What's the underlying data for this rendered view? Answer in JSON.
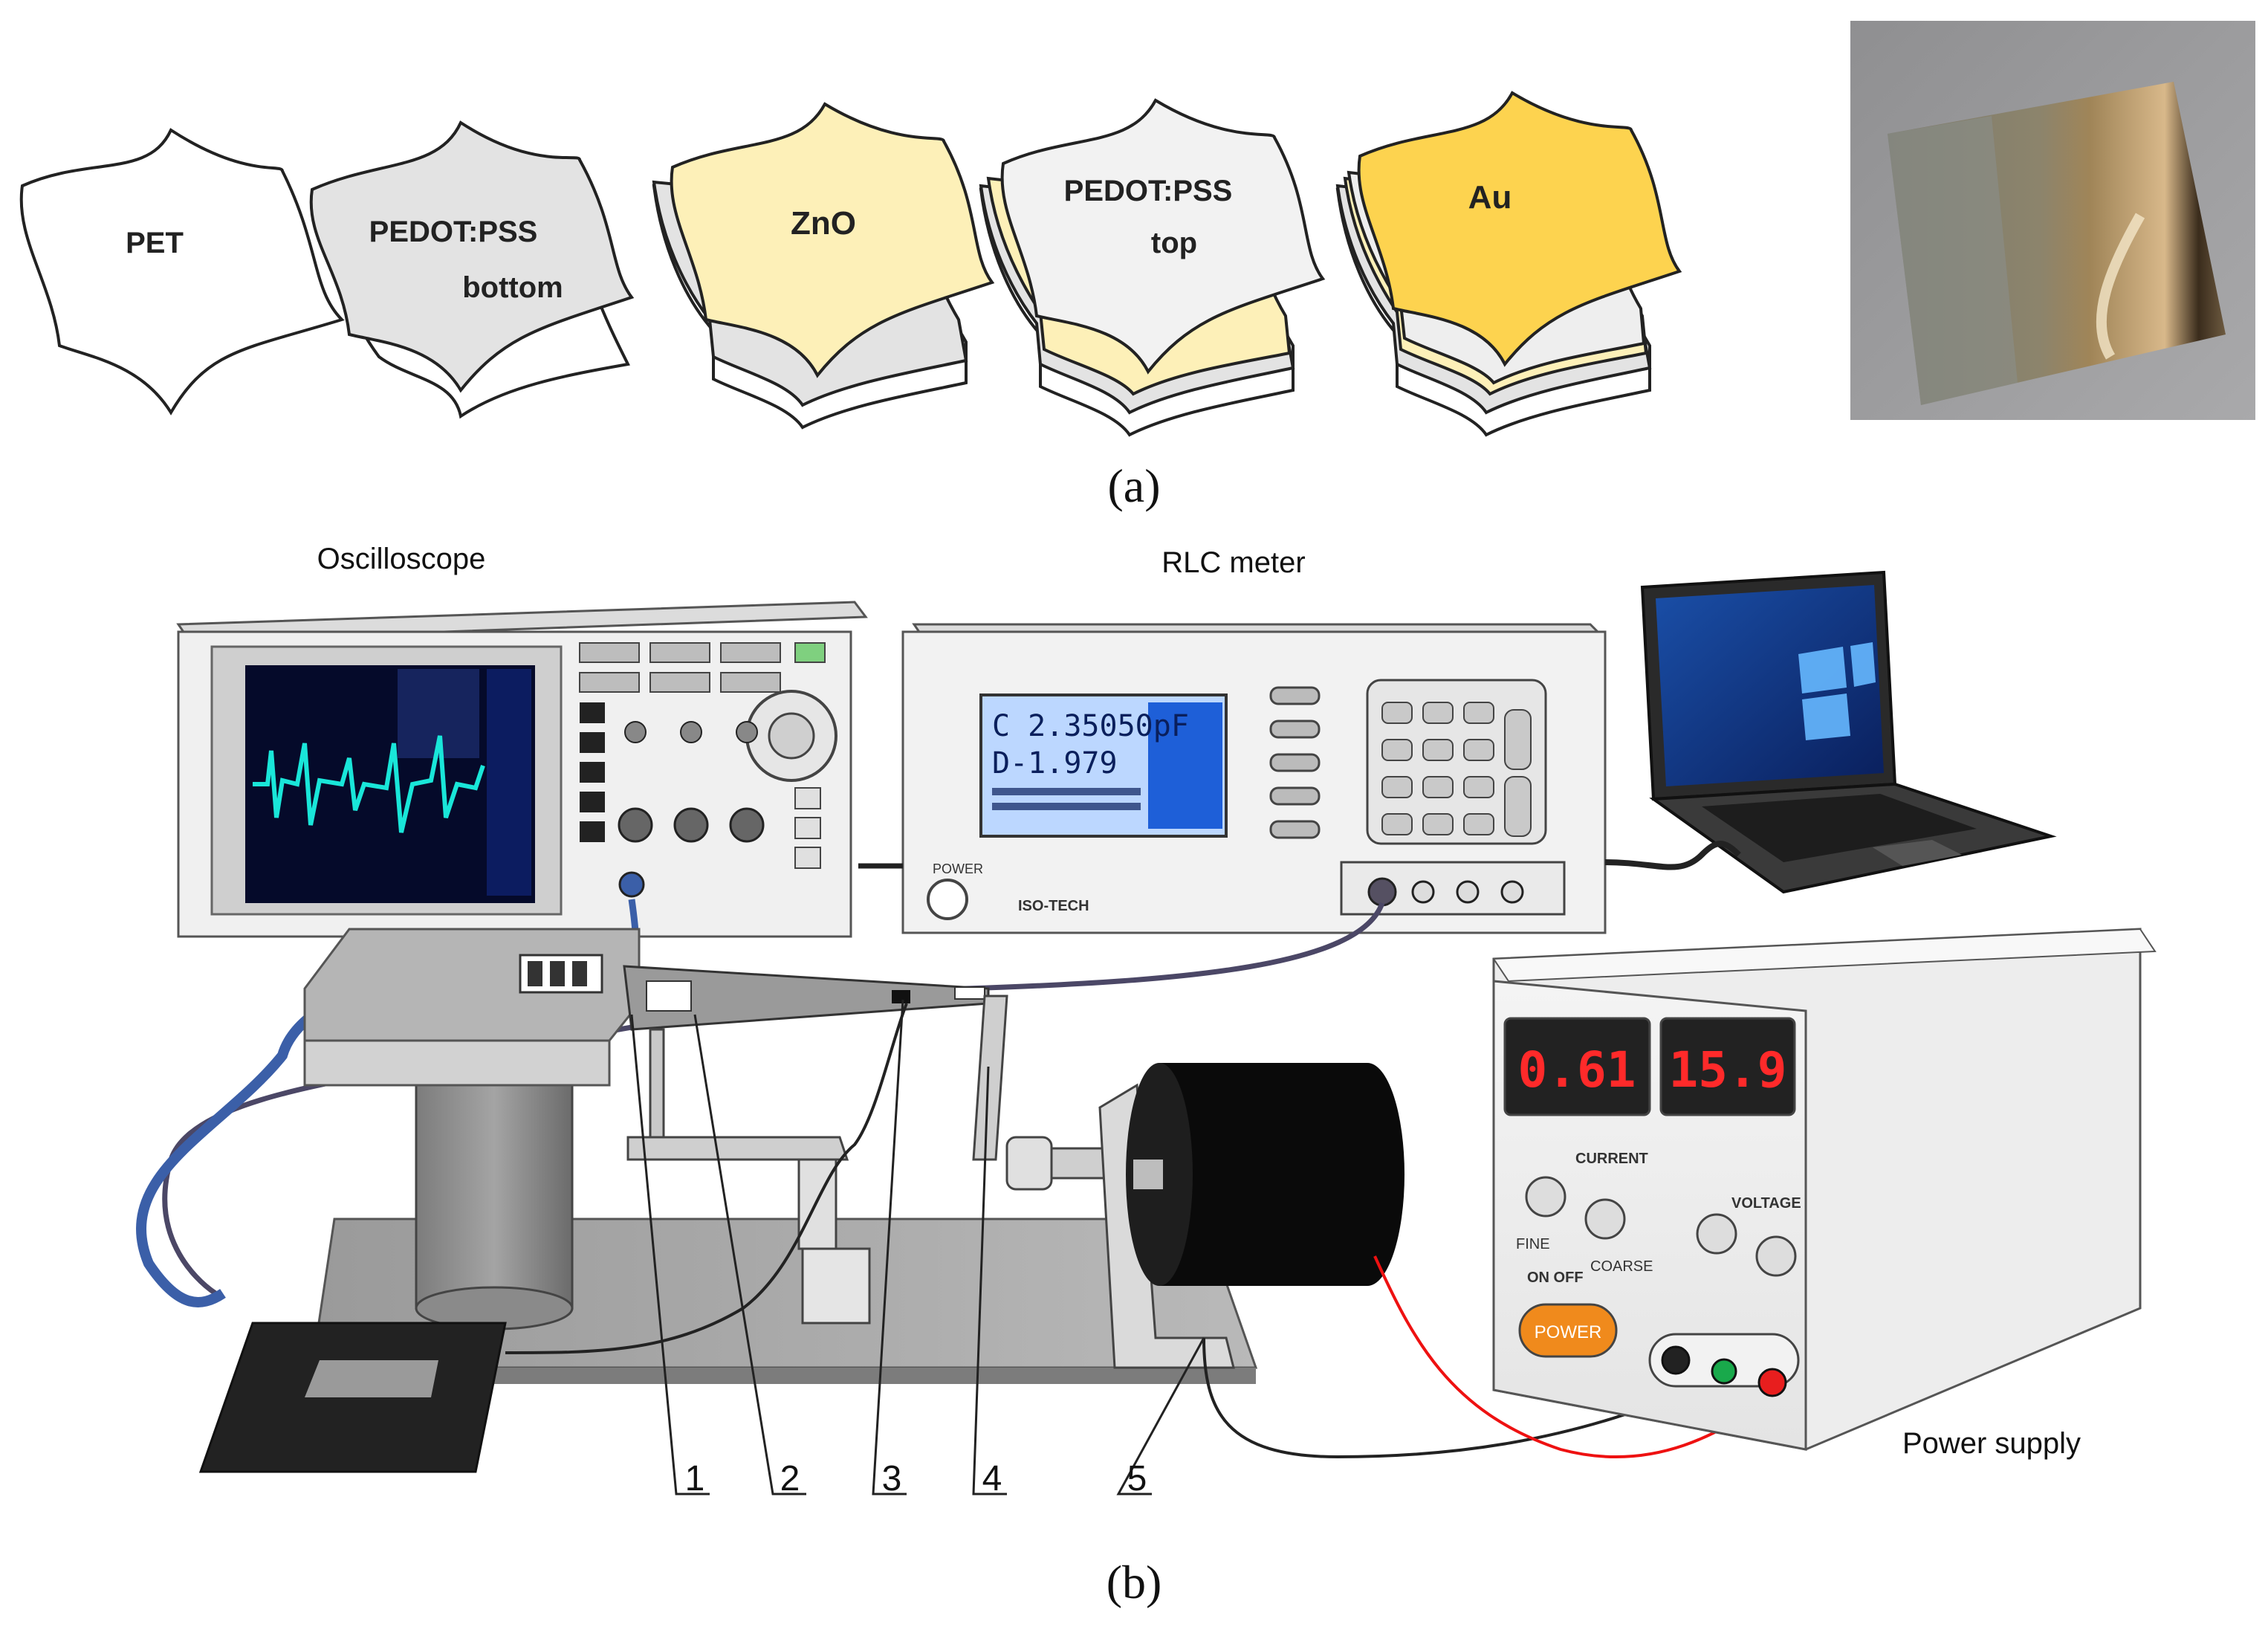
{
  "panel_a": {
    "layers": [
      "PET",
      "PEDOT:PSS bottom",
      "ZnO",
      "PEDOT:PSS top",
      "Au"
    ],
    "caption": "(a)"
  },
  "panel_b": {
    "caption": "(b)",
    "instruments": {
      "oscilloscope": "Oscilloscope",
      "rlc_meter": "RLC meter",
      "power_supply": "Power supply"
    },
    "rlc_display": {
      "line1": "C 2.35050pF",
      "line2": "D-1.979"
    },
    "rlc_brand": "ISO-TECH",
    "rlc_power_label": "POWER",
    "power_supply_panel": {
      "current_reading": "0.61",
      "voltage_reading": "15.9",
      "current_label": "CURRENT",
      "voltage_label": "VOLTAGE",
      "fine": "FINE",
      "coarse": "COARSE",
      "on_off": "ON  OFF",
      "power_button": "POWER"
    },
    "callouts": [
      "1",
      "2",
      "3",
      "4",
      "5"
    ]
  },
  "colors": {
    "pet": "#ffffff",
    "pedot": "#e6e6e6",
    "zno": "#fdf0b8",
    "au": "#fdd34f",
    "scope_screen": "#050a2a",
    "scope_trace": "#19e6d9",
    "lcd_blue": "#1e5fd8",
    "motor": "#0a0a0a",
    "seg_red": "#ff2a2a",
    "power_btn": "#f08a1c"
  }
}
